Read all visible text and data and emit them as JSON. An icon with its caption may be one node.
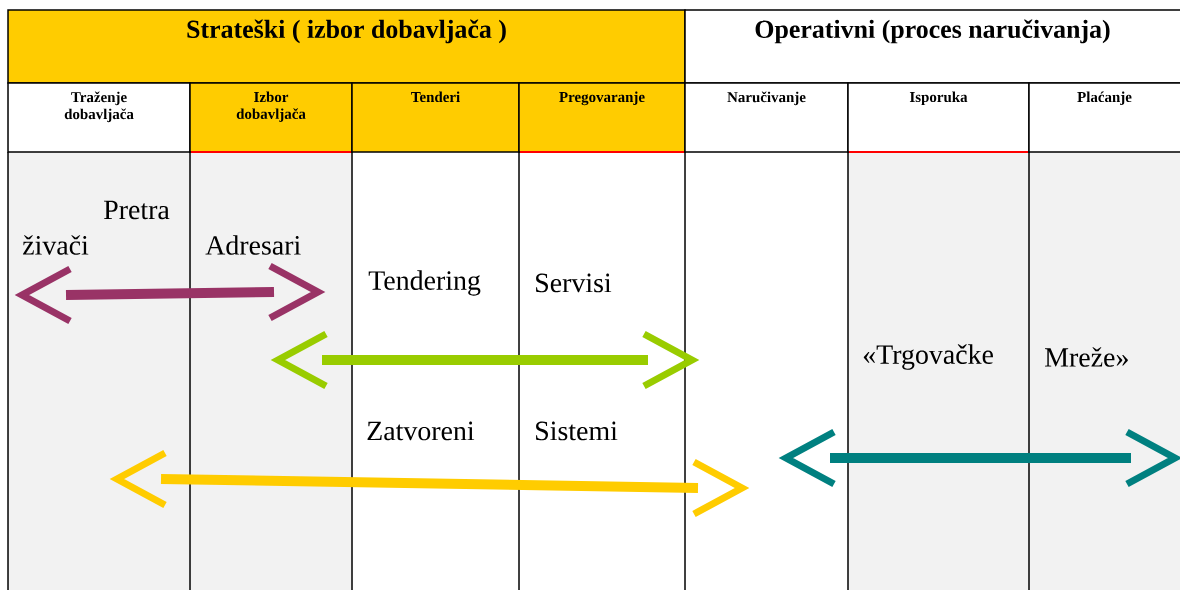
{
  "diagram": {
    "labels": [
      "Strateški ( izbor dobavljača )",
      "Operativni (proces naručivanja)",
      "Traženje dobavljača",
      "Izbor dobavljača",
      "Tenderi",
      "Pregovaranje",
      "Naručivanje",
      "Isporuka",
      "Plaćanje",
      "Pretra",
      "živači",
      "Adresari",
      "Tendering",
      "Servisi",
      "«Trgovačke",
      "Mreže»",
      "Zatvoreni",
      "Sistemi"
    ]
  }
}
